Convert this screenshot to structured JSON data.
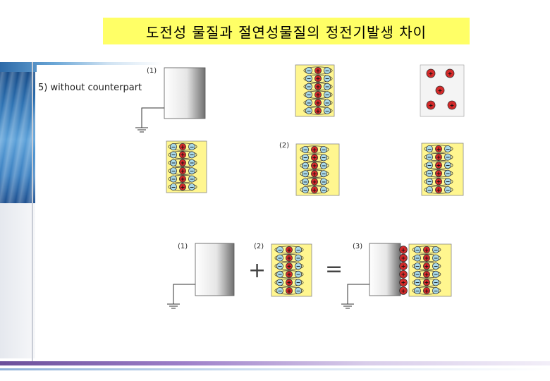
{
  "title": "도전성 물질과 절연성물질의 정전기발생 차이",
  "subtitle": "5) without counterpart",
  "labels": {
    "top1": "(1)",
    "top2": "(2)",
    "bottom1": "(1)",
    "bottom2": "(2)",
    "bottom3": "(3)",
    "plus": "+",
    "equals": "="
  },
  "signs": {
    "positive": "+",
    "negative": "−"
  },
  "colors": {
    "title_bg": "#ffff66",
    "panel_bg": "#fff68f",
    "positive_charge": "#d42a2a",
    "negative_charge": "#a8d8e8"
  }
}
